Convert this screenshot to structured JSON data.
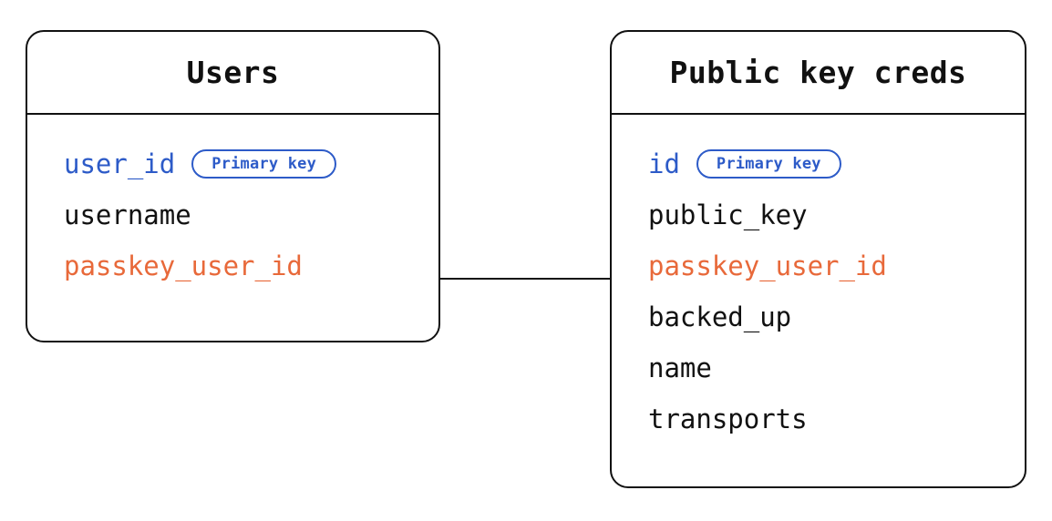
{
  "diagram": {
    "type": "entity-relationship-diagram",
    "background_color": "#ffffff",
    "colors": {
      "border": "#111111",
      "text": "#111111",
      "primary_key": "#2D5BC8",
      "foreign_key": "#E8693A",
      "badge_border": "#2D5BC8"
    }
  },
  "entities": [
    {
      "id": "users",
      "title": "Users",
      "fields": [
        {
          "name": "user_id",
          "role": "pk",
          "badge": "Primary key"
        },
        {
          "name": "username",
          "role": "plain",
          "badge": null
        },
        {
          "name": "passkey_user_id",
          "role": "fk",
          "badge": null
        }
      ]
    },
    {
      "id": "public_key_creds",
      "title": "Public key creds",
      "fields": [
        {
          "name": "id",
          "role": "pk",
          "badge": "Primary key"
        },
        {
          "name": "public_key",
          "role": "plain",
          "badge": null
        },
        {
          "name": "passkey_user_id",
          "role": "fk",
          "badge": null
        },
        {
          "name": "backed_up",
          "role": "plain",
          "badge": null
        },
        {
          "name": "name",
          "role": "plain",
          "badge": null
        },
        {
          "name": "transports",
          "role": "plain",
          "badge": null
        }
      ]
    }
  ],
  "relationships": [
    {
      "id": "users-to-public-key-creds",
      "from_entity": "users",
      "from_field": "passkey_user_id",
      "to_entity": "public_key_creds",
      "to_field": "passkey_user_id",
      "style": "solid-line"
    }
  ]
}
